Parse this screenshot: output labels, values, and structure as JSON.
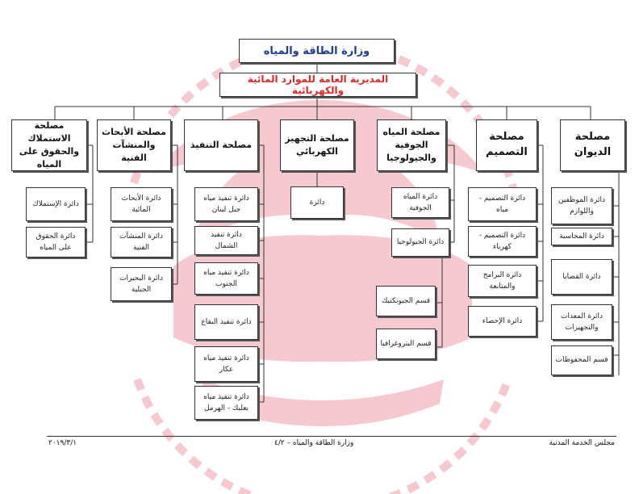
{
  "watermark": {
    "color": "#f6c9d0"
  },
  "ministry": "وزارة الطاقة والمياه",
  "directorate": "المديرية العامة للموارد المائية والكهربائية",
  "departments": {
    "diwan": "مصلحة الديوان",
    "design": "مصلحة التصميم",
    "groundwater": "مصلحة المياه الجوفية والجيولوجيا",
    "equipment": "مصلحة التجهيز الكهربائي",
    "execution": "مصلحة التنفيذ",
    "research": "مصلحة الأبحاث والمنشآت الفنية",
    "exploitation": "مصلحة الاستملاك والحقوق على المياه"
  },
  "units": {
    "diwan": [
      "دائرة الموظفين واللوازم",
      "دائرة المحاسبة",
      "دائرة القضايا",
      "دائرة المعدات والتجهيزات",
      "قسم المحفوظات"
    ],
    "design": [
      "دائرة التصميم - مياه",
      "دائرة التصميم - كهرباء",
      "دائرة البرامج والمتابعة",
      "دائرة الإحصاء"
    ],
    "groundwater": [
      "دائرة المياه الجوفية",
      "دائرة الجيولوجيا"
    ],
    "geology_sections": [
      "قسم الجيوتكنيك",
      "قسم البتروغرافيا"
    ],
    "equipment": [
      "دائرة"
    ],
    "execution": [
      "دائرة تنفيذ مياه جبل لبنان",
      "دائرة تنفيذ الشمال",
      "دائرة تنفيذ مياه الجنوب",
      "دائرة تنفيذ البقاع",
      "دائرة تنفيذ مياه عكار",
      "دائرة تنفيذ مياه بعلبك - الهرمل"
    ],
    "research": [
      "دائرة الأبحاث المائية",
      "دائرة المنشآت الفنية",
      "دائرة البحيرات الجبلية"
    ],
    "exploitation": [
      "دائرة الإستملاك",
      "دائرة الحقوق على المياه"
    ]
  },
  "footer": {
    "right": "مجلس الخدمة المدنية",
    "center": "وزارة الطاقة والمياه – ٤/٢",
    "left": "٢٠١٩/٣/١"
  }
}
